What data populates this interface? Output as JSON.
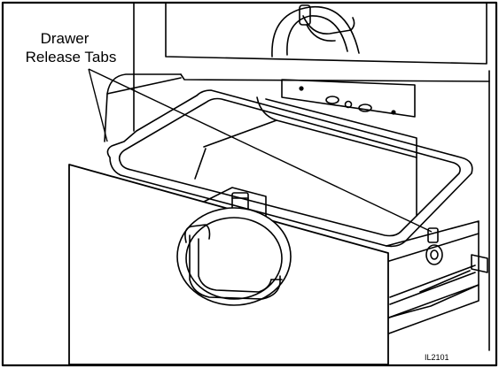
{
  "callout": {
    "line1": "Drawer",
    "line2": "Release Tabs"
  },
  "figure_id": "IL2101",
  "colors": {
    "line": "#000000",
    "background": "#ffffff"
  }
}
